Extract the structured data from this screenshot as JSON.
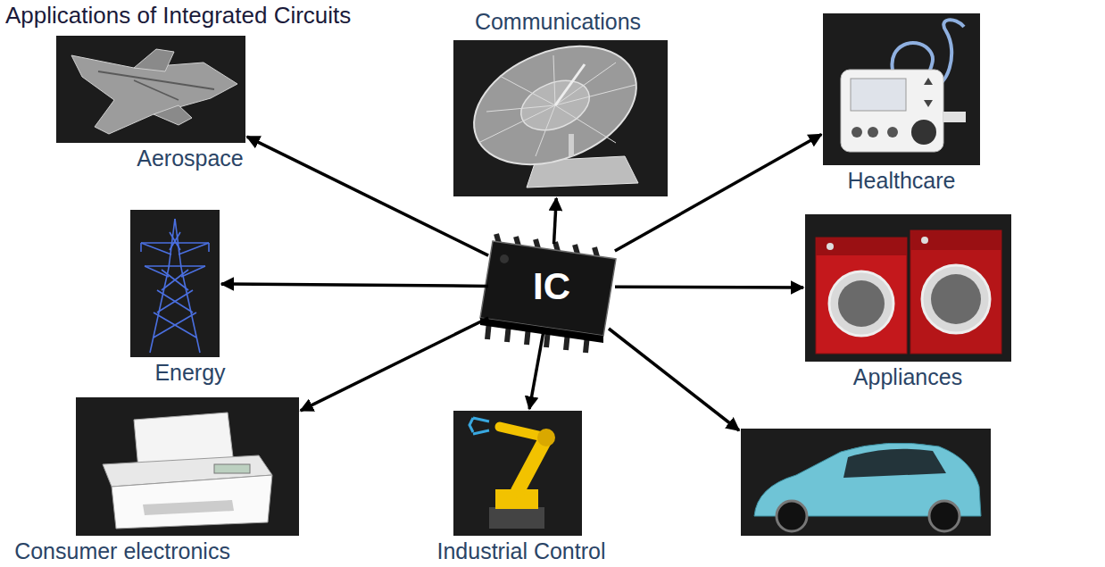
{
  "diagram": {
    "title": "Applications of Integrated Circuits",
    "nodes": [
      {
        "text": [
          "Aerospace"
        ]
      },
      {
        "text": [
          "Communications"
        ]
      },
      {
        "text": [
          "Healthcare"
        ]
      },
      {
        "text": [
          "Energy"
        ]
      },
      {
        "text": [
          "IC"
        ]
      },
      {
        "text": [
          "Appliances"
        ]
      },
      {
        "text": [
          "Consumer electronics"
        ]
      },
      {
        "text": [
          "Industrial Control"
        ]
      }
    ],
    "edges": [
      {
        "from": 4,
        "to": 0,
        "arrow": "to"
      },
      {
        "from": 4,
        "to": 1,
        "arrow": "to"
      },
      {
        "from": 4,
        "to": 2,
        "arrow": "to"
      },
      {
        "from": 4,
        "to": 3,
        "arrow": "to"
      },
      {
        "from": 4,
        "to": 5,
        "arrow": "to"
      },
      {
        "from": 4,
        "to": 6,
        "arrow": "to"
      },
      {
        "from": 4,
        "to": 7,
        "arrow": "to"
      }
    ]
  }
}
